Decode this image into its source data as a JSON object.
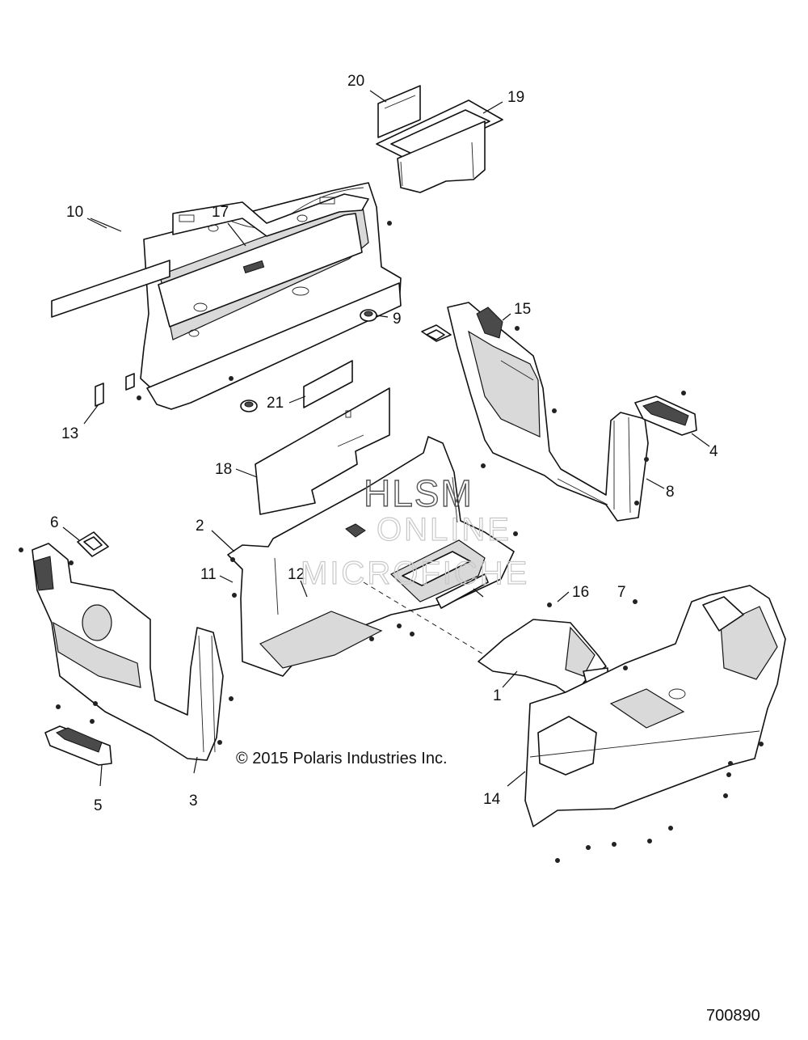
{
  "callouts": [
    {
      "id": "c1",
      "label": "1"
    },
    {
      "id": "c2",
      "label": "2"
    },
    {
      "id": "c3",
      "label": "3"
    },
    {
      "id": "c4",
      "label": "4"
    },
    {
      "id": "c5",
      "label": "5"
    },
    {
      "id": "c6",
      "label": "6"
    },
    {
      "id": "c7",
      "label": "7"
    },
    {
      "id": "c8",
      "label": "8"
    },
    {
      "id": "c9",
      "label": "9"
    },
    {
      "id": "c10",
      "label": "10"
    },
    {
      "id": "c11",
      "label": "11"
    },
    {
      "id": "c12",
      "label": "12"
    },
    {
      "id": "c13",
      "label": "13"
    },
    {
      "id": "c14",
      "label": "14"
    },
    {
      "id": "c15",
      "label": "15"
    },
    {
      "id": "c16",
      "label": "16"
    },
    {
      "id": "c17",
      "label": "17"
    },
    {
      "id": "c18",
      "label": "18"
    },
    {
      "id": "c19",
      "label": "19"
    },
    {
      "id": "c20",
      "label": "20"
    },
    {
      "id": "c21",
      "label": "21"
    }
  ],
  "watermark": {
    "line1": "HLSM",
    "line2": "ONLINE",
    "line3": "MICROFICHE"
  },
  "copyright": "© 2015 Polaris Industries Inc.",
  "figure_number": "700890"
}
